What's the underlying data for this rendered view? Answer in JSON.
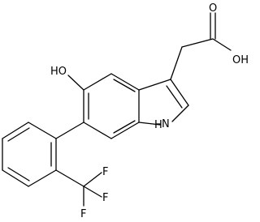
{
  "molecule": {
    "labels": {
      "hydroxyl": "HO",
      "acid_oxygen": "O",
      "acid_hydroxyl": "OH",
      "indole_nh": "H",
      "indole_n": "N",
      "fluorine_1": "F",
      "fluorine_2": "F",
      "fluorine_3": "F"
    }
  },
  "colors": {
    "bond": "#000000",
    "label": "#000000",
    "background": "#ffffff"
  }
}
